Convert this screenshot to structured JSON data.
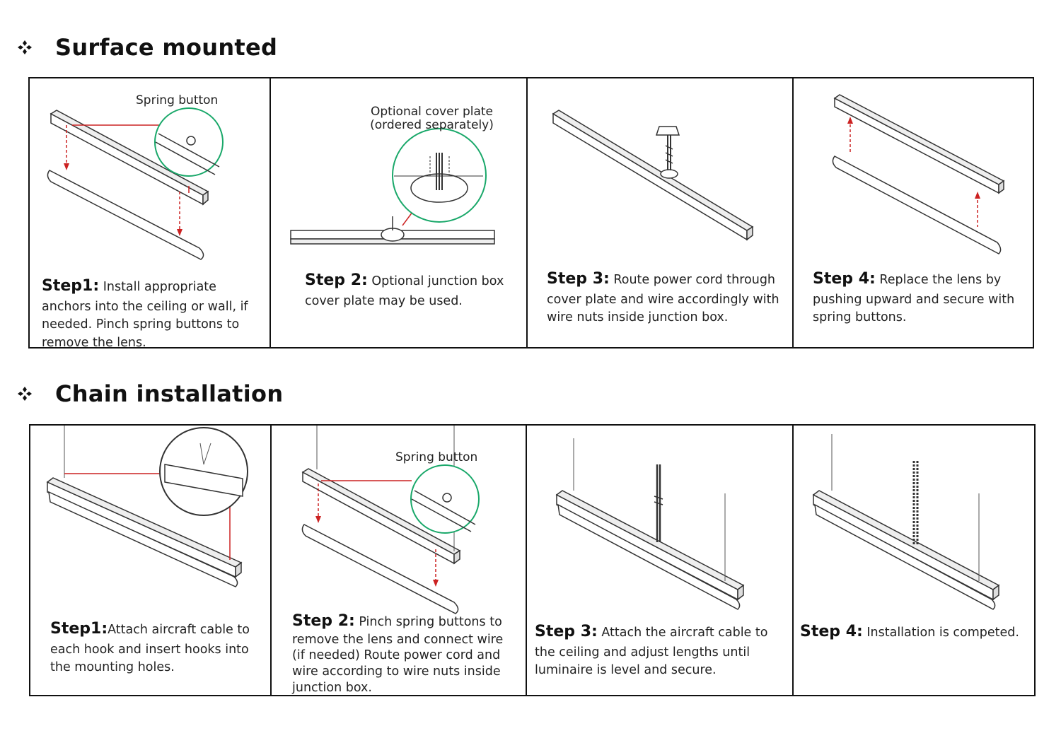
{
  "sections": [
    {
      "title": "Surface mounted",
      "steps": [
        {
          "label": "Step1:",
          "text": " Install appropriate anchors    into the ceiling or wall, if needed. Pinch spring buttons to remove the lens.",
          "callout": "Spring button"
        },
        {
          "label": "Step 2:",
          "text": " Optional junction box cover plate may be used.",
          "callout": "Optional cover plate\n(ordered separately)"
        },
        {
          "label": "Step 3:",
          "text": " Route power cord through cover plate and wire accordingly with wire nuts inside junction box."
        },
        {
          "label": "Step 4:",
          "text": " Replace the lens by pushing upward and secure with spring buttons."
        }
      ]
    },
    {
      "title": "Chain installation",
      "steps": [
        {
          "label": "Step1:",
          "text": "Attach aircraft cable to each hook and insert hooks into the mounting holes."
        },
        {
          "label": "Step 2:",
          "text": " Pinch spring buttons to remove the lens and connect wire (if needed) Route power cord and wire according to wire nuts inside junction box.",
          "callout": "Spring button"
        },
        {
          "label": "Step 3:",
          "text": " Attach the aircraft cable to the ceiling and adjust lengths until luminaire is level and secure."
        },
        {
          "label": "Step 4:",
          "text": " Installation is competed."
        }
      ]
    }
  ],
  "icons": {
    "bullet": "four-diamond-bullet-icon"
  },
  "colors": {
    "arrow": "#cc2222",
    "callout_ring": "#1aa86a",
    "border": "#111111"
  }
}
